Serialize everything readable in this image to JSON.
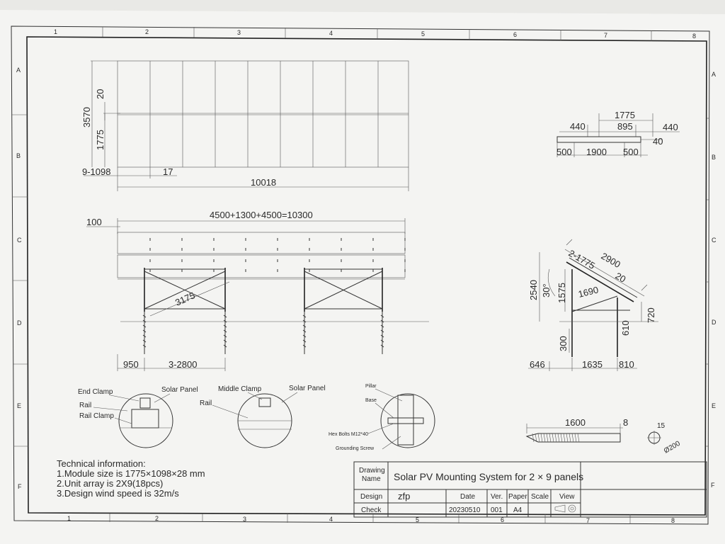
{
  "border": {
    "cols_top": [
      "1",
      "2",
      "3",
      "4",
      "5",
      "6",
      "7",
      "8"
    ],
    "cols_bottom": [
      "1",
      "2",
      "3",
      "4",
      "5",
      "6",
      "7",
      "8"
    ],
    "rows_left": [
      "A",
      "B",
      "C",
      "D",
      "E",
      "F"
    ],
    "rows_right": [
      "A",
      "B",
      "C",
      "D",
      "E",
      "F"
    ]
  },
  "plan_view": {
    "height_total": "3570",
    "gap": "20",
    "module_length": "1775",
    "module_width": "9-1098",
    "module_gap": "17",
    "total_length": "10018"
  },
  "top_right_view": {
    "d1775": "1775",
    "d440_left": "440",
    "d895": "895",
    "d440_right": "440",
    "d40": "40",
    "d500_left": "500",
    "d1900": "1900",
    "d500_right": "500"
  },
  "front_view": {
    "total": "4500+1300+4500=10300",
    "offset": "100",
    "brace": "3175",
    "edge": "950",
    "spacing": "3-2800"
  },
  "side_view": {
    "panels": "2-1775",
    "rail": "2900",
    "gap": "20",
    "height": "2540",
    "angle": "30°",
    "front_post": "1575",
    "brace": "1690",
    "pile_front": "300",
    "pile_rear": "610",
    "rear_height": "720",
    "base_left": "646",
    "base_mid": "1635",
    "base_right": "810"
  },
  "details": {
    "end_clamp": "End Clamp",
    "rail": "Rail",
    "rail_clamp": "Rail Clamp",
    "solar_panel_1": "Solar  Panel",
    "middle_clamp": "Middle Clamp",
    "rail_2": "Rail",
    "solar_panel_2": "Solar  Panel",
    "pillar": "Pillar",
    "base": "Base",
    "hex_bolts": "Hex Bolts M12*40",
    "grounding_screw": "Grounding  Screw"
  },
  "screw": {
    "length": "1600",
    "thick": "8",
    "blade": "15",
    "diameter": "Ø200"
  },
  "technical": {
    "heading": "Technical information:",
    "line1": "1.Module size is 1775×1098×28 mm",
    "line2": "2.Unit array is 2X9(18pcs)",
    "line3": "3.Design wind speed is 32m/s"
  },
  "title_block": {
    "drawing_name_label_1": "Drawing",
    "drawing_name_label_2": "Name",
    "drawing_name": "Solar PV Mounting System for 2 × 9 panels",
    "design_label": "Design",
    "design_value": "zfp",
    "check_label": "Check",
    "date_label": "Date",
    "date_value": "20230510",
    "ver_label": "Ver.",
    "ver_value": "001",
    "paper_label": "Paper",
    "paper_value": "A4",
    "scale_label": "Scale",
    "view_label": "View"
  },
  "colors": {
    "paper": "#f6f6f4",
    "line": "#333333",
    "background": "#cfd0ce"
  }
}
